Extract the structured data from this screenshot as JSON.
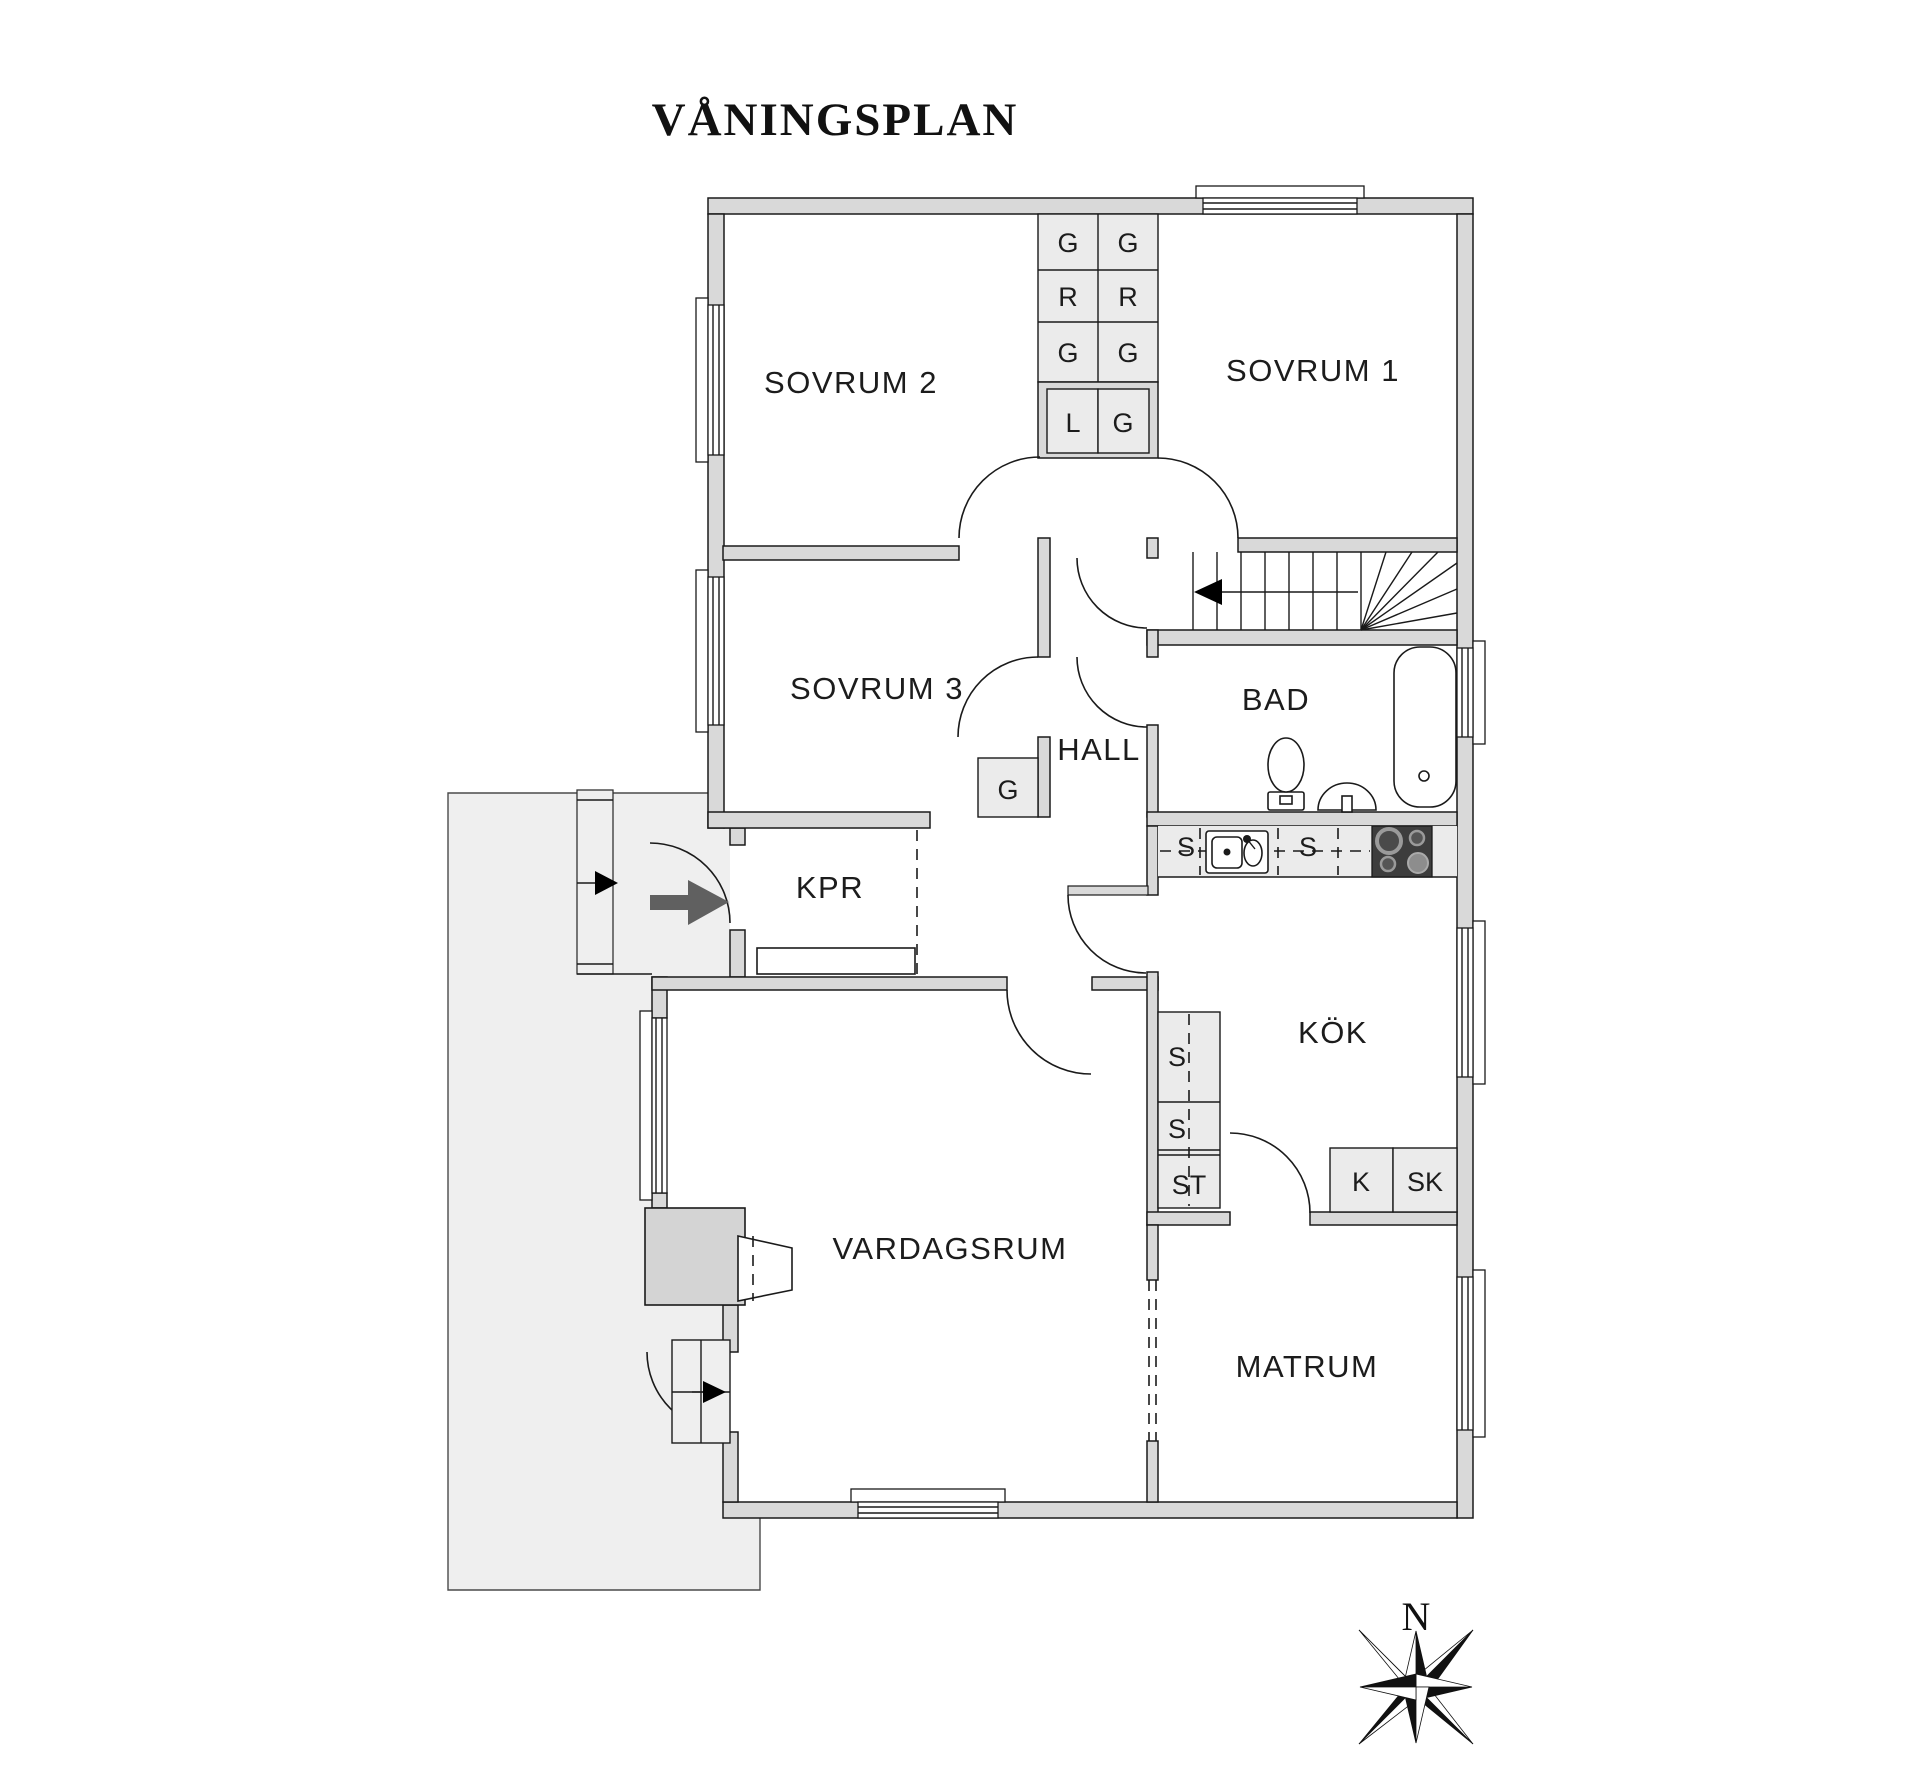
{
  "title": "VÅNINGSPLAN",
  "rooms": {
    "sovrum2": "SOVRUM 2",
    "sovrum1": "SOVRUM 1",
    "sovrum3": "SOVRUM 3",
    "hall": "HALL",
    "bad": "BAD",
    "kpr": "KPR",
    "kok": "KÖK",
    "vardagsrum": "VARDAGSRUM",
    "matrum": "MATRUM"
  },
  "closets": {
    "top": [
      "G",
      "G",
      "R",
      "R",
      "G",
      "G"
    ],
    "lg": [
      "L",
      "G"
    ],
    "sovrum3_g": "G"
  },
  "kitchen": {
    "counter": [
      "S",
      "S"
    ],
    "side": [
      "S",
      "S",
      "ST"
    ],
    "bottom": [
      "K",
      "SK"
    ]
  },
  "compass": {
    "north": "N"
  },
  "colors": {
    "wall": "#d9d9d9",
    "terrace": "#efefef",
    "closet": "#ebebeb",
    "stove": "#3d3d3d",
    "entry_arrow": "#606060"
  }
}
